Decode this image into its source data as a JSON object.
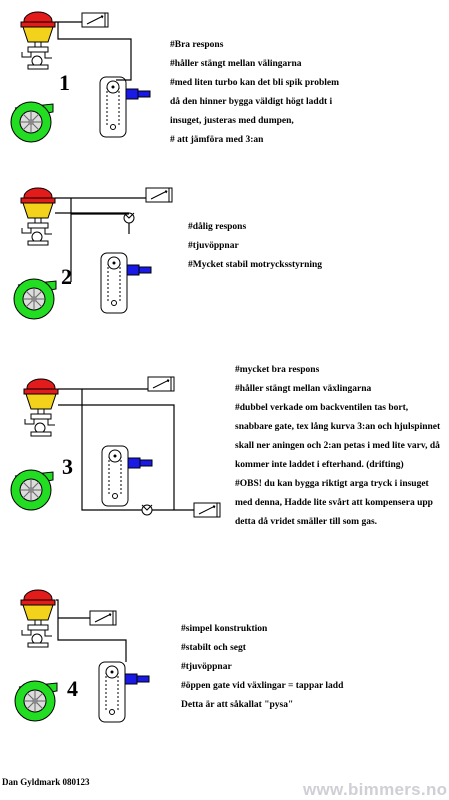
{
  "diagrams": [
    {
      "number": "1",
      "notes": [
        "#Bra respons",
        "#håller stängt mellan välingarna",
        "#med liten turbo kan det bli spik problem",
        "då den hinner bygga väldigt högt laddt i",
        "insuget, justeras med dumpen,",
        "# att jämföra med 3:an"
      ]
    },
    {
      "number": "2",
      "notes": [
        "#dålig respons",
        "#tjuvöppnar",
        "#Mycket stabil motrycksstyrning"
      ]
    },
    {
      "number": "3",
      "notes": [
        "#mycket bra respons",
        "#håller stängt mellan växlingarna",
        "#dubbel verkade om backventilen tas bort,",
        "snabbare gate, tex lång kurva 3:an och hjulspinnet",
        "skall ner aningen och 2:an petas i med lite varv, då",
        "kommer inte laddet i efterhand. (drifting)",
        "#OBS! du kan bygga riktigt arga tryck i insuget",
        "med denna, Hadde lite svårt att kompensera upp",
        "detta då vridet smäller till som gas."
      ]
    },
    {
      "number": "4",
      "notes": [
        "#simpel konstruktion",
        "#stabilt och segt",
        "#tjuvöppnar",
        "#öppen gate vid växlingar = tappar ladd",
        "Detta är att såkallat \"pysa\""
      ]
    }
  ],
  "credit": "Dan Gyldmark 080123",
  "watermark": "www.bimmers.no",
  "colors": {
    "actuator": "#e31b1b",
    "bleed_valve": "#f2d21b",
    "turbo": "#22dd22",
    "wastegate_arm": "#1a1ae6"
  }
}
